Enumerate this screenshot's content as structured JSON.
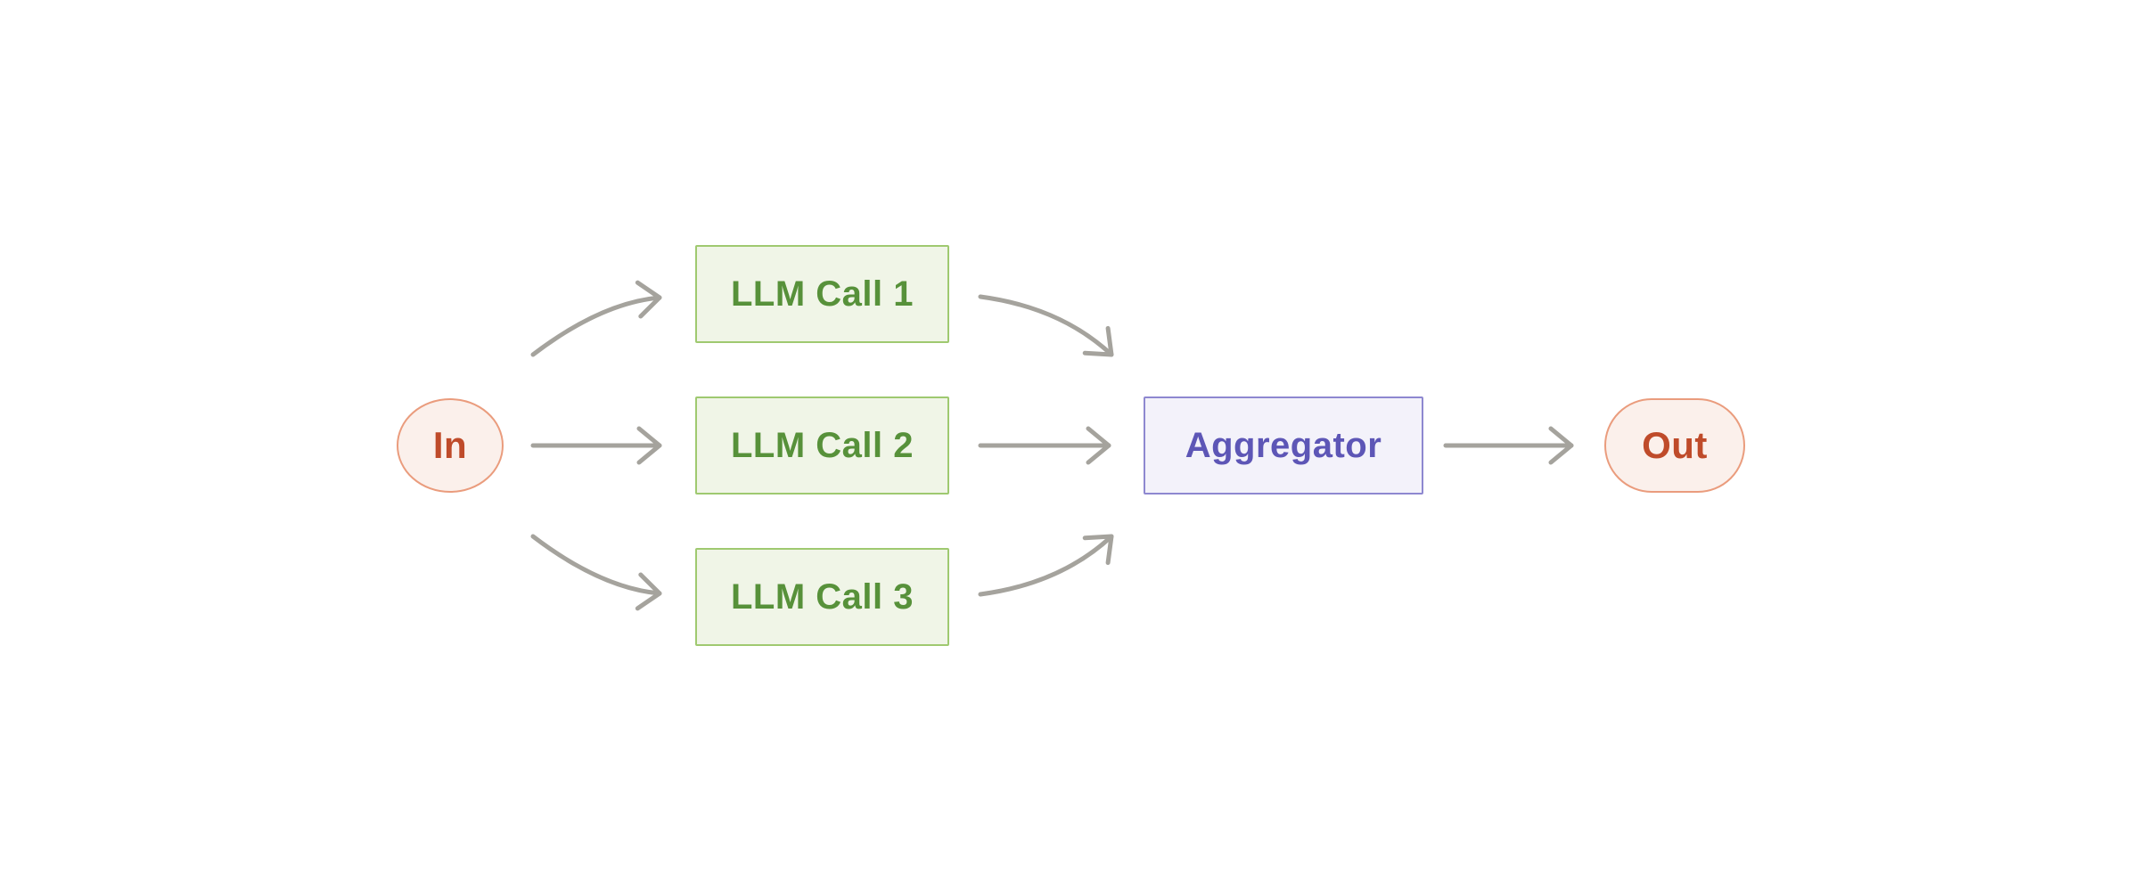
{
  "diagram": {
    "type": "flow-diagram",
    "description": "Parallelization workflow: input fans out to three LLM calls whose outputs are combined by an aggregator",
    "nodes": {
      "in": {
        "label": "In",
        "shape": "ellipse",
        "role": "input"
      },
      "llm1": {
        "label": "LLM Call 1",
        "shape": "rectangle",
        "role": "process"
      },
      "llm2": {
        "label": "LLM Call 2",
        "shape": "rectangle",
        "role": "process"
      },
      "llm3": {
        "label": "LLM Call 3",
        "shape": "rectangle",
        "role": "process"
      },
      "aggregator": {
        "label": "Aggregator",
        "shape": "rectangle",
        "role": "combiner"
      },
      "out": {
        "label": "Out",
        "shape": "pill",
        "role": "output"
      }
    },
    "edges": [
      {
        "from": "In",
        "to": "LLM Call 1",
        "style": "curved"
      },
      {
        "from": "In",
        "to": "LLM Call 2",
        "style": "straight"
      },
      {
        "from": "In",
        "to": "LLM Call 3",
        "style": "curved"
      },
      {
        "from": "LLM Call 1",
        "to": "Aggregator",
        "style": "curved"
      },
      {
        "from": "LLM Call 2",
        "to": "Aggregator",
        "style": "straight"
      },
      {
        "from": "LLM Call 3",
        "to": "Aggregator",
        "style": "curved"
      },
      {
        "from": "Aggregator",
        "to": "Out",
        "style": "straight"
      }
    ],
    "colors": {
      "arrow_color": "#A5A39D",
      "green_fill": "#F0F5E7",
      "green_border": "#9FC970",
      "green_text": "#57913A",
      "purple_fill": "#F3F2FA",
      "purple_border": "#8E88D0",
      "purple_text": "#5D56B6",
      "salmon_fill": "#FBF0EB",
      "salmon_border": "#EA9C7D",
      "salmon_text": "#BF4B2A",
      "canvas_bg": "#FFFFFF"
    }
  }
}
